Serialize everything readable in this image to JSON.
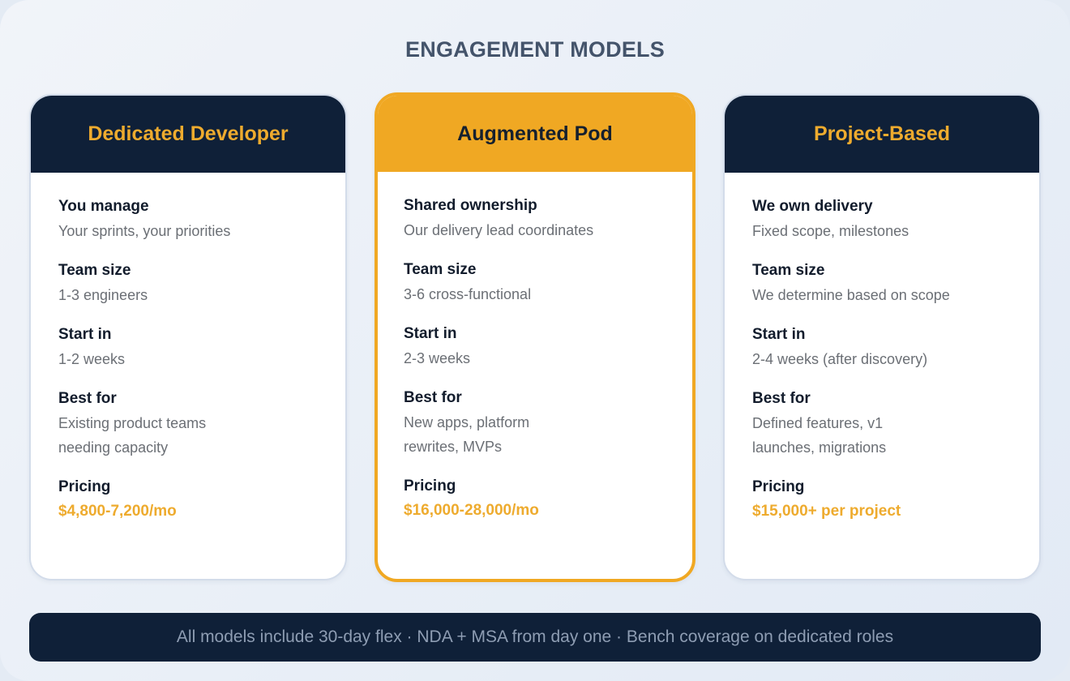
{
  "title": "ENGAGEMENT MODELS",
  "cards": [
    {
      "name": "Dedicated Developer",
      "rows": [
        {
          "label": "You manage",
          "value": "Your sprints, your priorities"
        },
        {
          "label": "Team size",
          "value": "1-3 engineers"
        },
        {
          "label": "Start in",
          "value": "1-2 weeks"
        },
        {
          "label": "Best for",
          "value": "Existing product teams\nneeding capacity"
        }
      ],
      "pricing_label": "Pricing",
      "pricing_value": "$4,800-7,200/mo"
    },
    {
      "name": "Augmented Pod",
      "featured": true,
      "rows": [
        {
          "label": "Shared ownership",
          "value": "Our delivery lead coordinates"
        },
        {
          "label": "Team size",
          "value": "3-6 cross-functional"
        },
        {
          "label": "Start in",
          "value": "2-3 weeks"
        },
        {
          "label": "Best for",
          "value": "New apps, platform\nrewrites, MVPs"
        }
      ],
      "pricing_label": "Pricing",
      "pricing_value": "$16,000-28,000/mo"
    },
    {
      "name": "Project-Based",
      "rows": [
        {
          "label": "We own delivery",
          "value": "Fixed scope, milestones"
        },
        {
          "label": "Team size",
          "value": "We determine based on scope"
        },
        {
          "label": "Start in",
          "value": "2-4 weeks (after discovery)"
        },
        {
          "label": "Best for",
          "value": "Defined features, v1\nlaunches, migrations"
        }
      ],
      "pricing_label": "Pricing",
      "pricing_value": "$15,000+ per project"
    }
  ],
  "footer": "All models include 30-day flex · NDA + MSA from day one · Bench coverage on dedicated roles",
  "colors": {
    "navy": "#0f2038",
    "accent": "#f0a823",
    "label": "#121c2c",
    "muted": "#6b6f75",
    "background": "#e9eff7"
  }
}
